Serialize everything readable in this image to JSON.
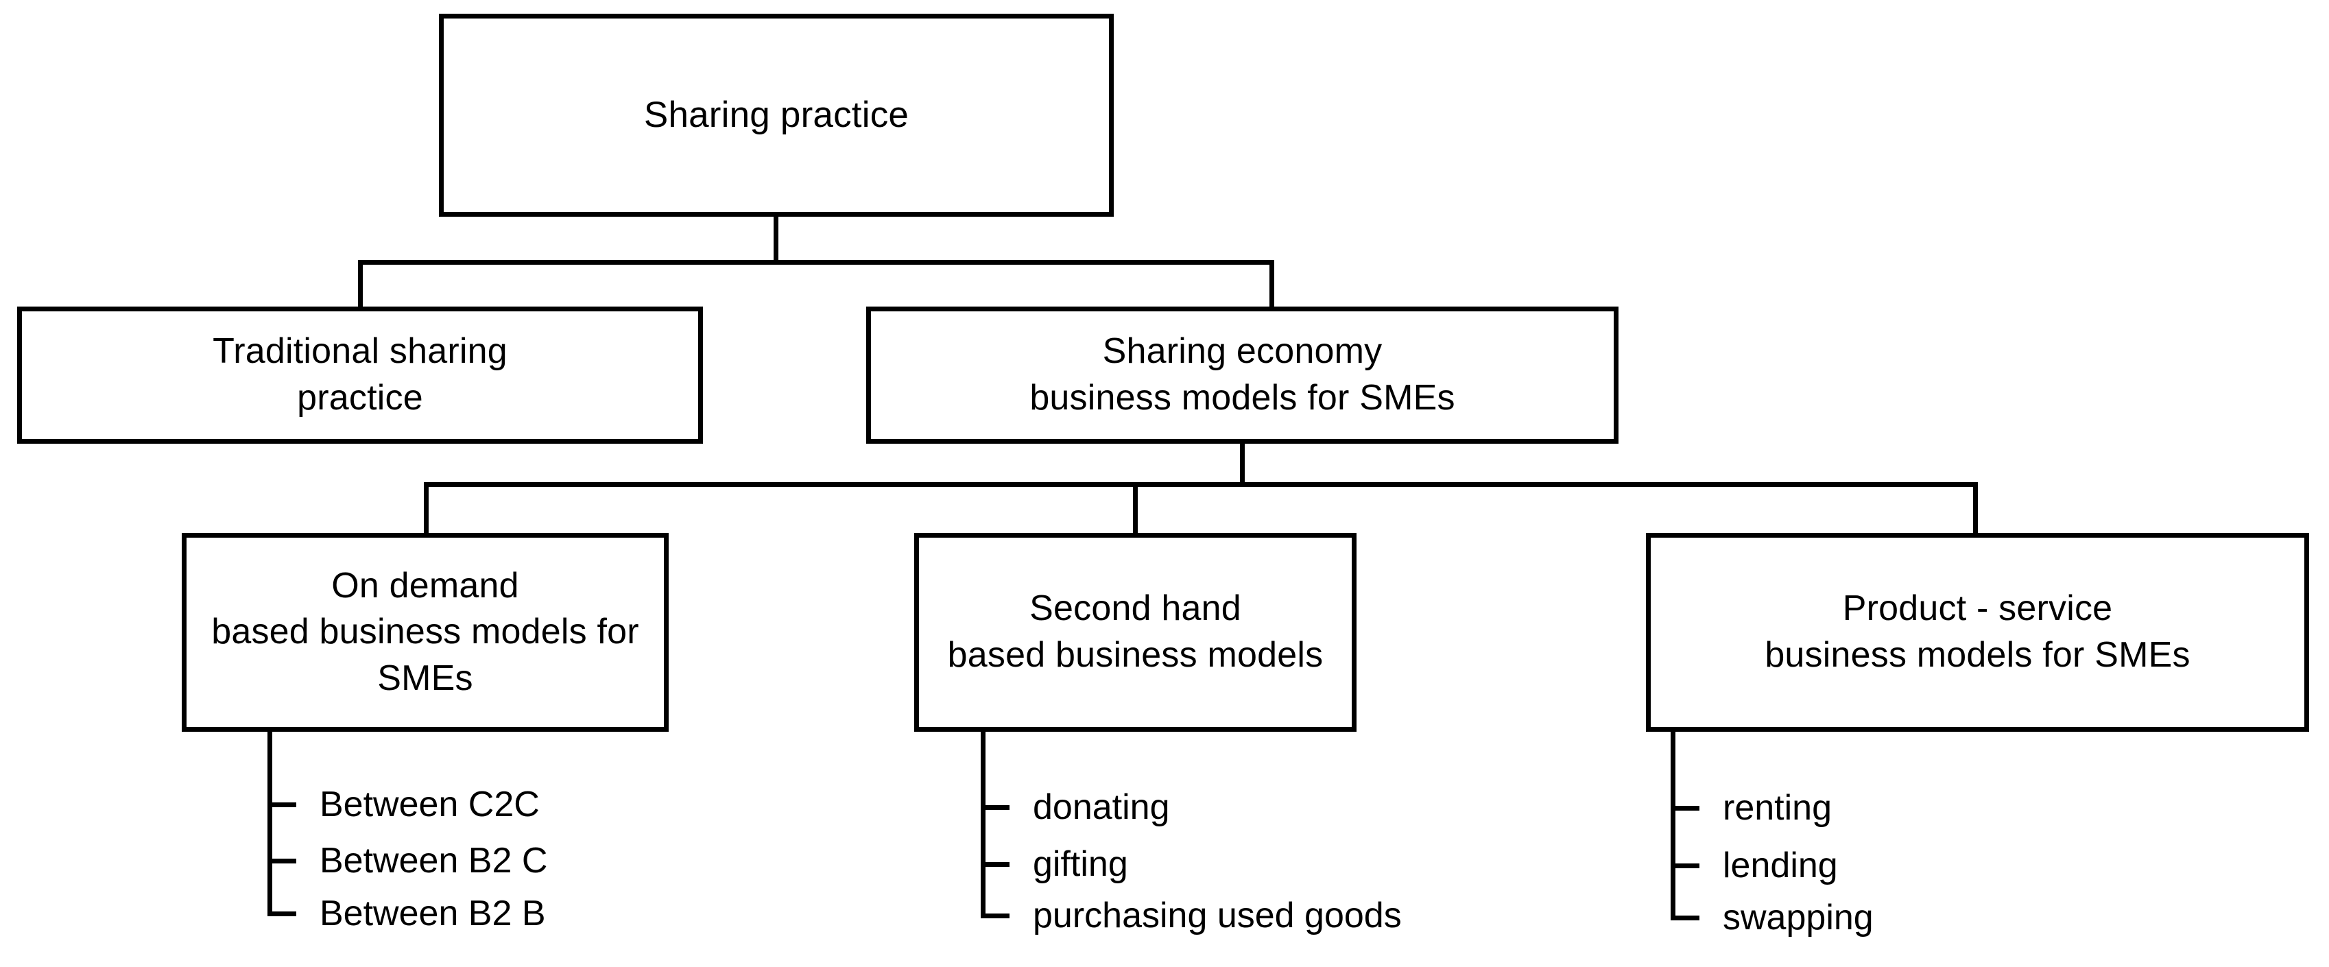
{
  "diagram": {
    "title": "Sharing practice classification tree",
    "colors": {
      "line": "#000000",
      "box_fill": "#ffffff",
      "text": "#000000"
    },
    "root": {
      "label": "Sharing practice"
    },
    "level2": [
      {
        "label": "Traditional sharing\npractice"
      },
      {
        "label": "Sharing economy\nbusiness models for SMEs"
      }
    ],
    "level3": [
      {
        "label": "On demand\nbased business models for\nSMEs"
      },
      {
        "label": "Second hand\nbased business models"
      },
      {
        "label": "Product  - service\nbusiness models for SMEs"
      }
    ],
    "leaves": {
      "on_demand": [
        "Between C2C",
        "Between B2 C",
        "Between B2 B"
      ],
      "second_hand": [
        "donating",
        "gifting",
        "purchasing used goods"
      ],
      "product_service": [
        "renting",
        "lending",
        "swapping"
      ]
    }
  }
}
